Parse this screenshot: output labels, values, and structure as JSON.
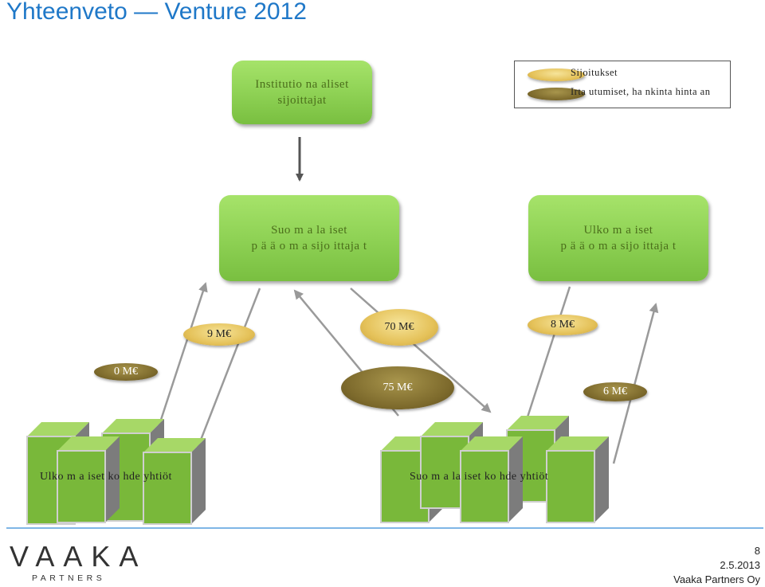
{
  "title": "Yhteenveto — Venture 2012",
  "institutional_box": {
    "line1": "Institutio na aliset",
    "line2": "sijoittajat"
  },
  "finnish_box": {
    "line1": "Suo m a la iset",
    "line2": "p ä ä o m a sijo ittaja t"
  },
  "foreign_box": {
    "line1": "Ulko m a iset",
    "line2": "p ä ä o m a sijo ittaja t"
  },
  "legend": {
    "investments": "Sijoitukset",
    "exits": "Irta utumiset, ha nkinta hinta an",
    "investments_color": "#e5c25a",
    "exits_color": "#7d6a2c"
  },
  "amounts": {
    "a9": "9 M€",
    "a70": "70 M€",
    "a8": "8 M€",
    "a0": "0 M€",
    "a75": "75 M€",
    "a6": "6 M€"
  },
  "portfolio": {
    "foreign": "Ulko m a iset ko hde yhtiöt",
    "finnish": "Suo m a la iset ko hde yhtiöt"
  },
  "footer": {
    "logo": "VAAKA",
    "logo_sub": "PARTNERS",
    "page": "8",
    "date": "2.5.2013",
    "company": "Vaaka Partners Oy"
  }
}
